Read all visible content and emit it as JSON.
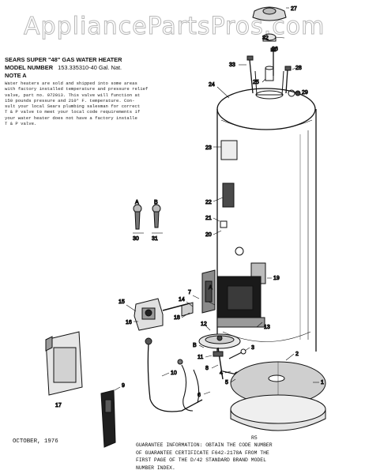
{
  "watermark": "AppliancePartsPros.com",
  "header": {
    "title": "SEARS SUPER \"48\" GAS WATER HEATER",
    "model_label": "MODEL NUMBER",
    "model_number": "153.335310-40 Gal. Nat.",
    "note_label": "NOTE A"
  },
  "note_lines": [
    "Water heaters are sold and shipped into some areas",
    "with factory installed temperature and pressure relief",
    "valve, part no. 072013. This valve will function at",
    "150 pounds pressure and 210° F. temperature. Con-",
    "sult your local Sears plumbing salesman for correct",
    "T & P valve to meet your local code requirements if",
    "your water heater does not have a factory installe",
    "T & P valve."
  ],
  "screws": {
    "label_a": "A",
    "label_b": "B",
    "num_a": "30",
    "num_b": "31"
  },
  "part_labels": [
    "27",
    "32",
    "26",
    "33",
    "28",
    "25",
    "24",
    "29",
    "23",
    "22",
    "21",
    "20",
    "19",
    "15",
    "A",
    "7",
    "14",
    "18",
    "12",
    "13",
    "16",
    "B",
    "3",
    "11",
    "8",
    "4",
    "5",
    "2",
    "1",
    "6",
    "10",
    "9",
    "17"
  ],
  "footer": {
    "date": "OCTOBER, 1976",
    "code": "R5",
    "guarantee_lines": [
      "GUARANTEE INFORMATION:  OBTAIN THE CODE NUMBER",
      "OF GUARANTEE CERTIFICATE F642-2178A  FROM THE",
      "FIRST PAGE OF THE D/42 STANDARD BRAND MODEL",
      "NUMBER INDEX."
    ]
  }
}
